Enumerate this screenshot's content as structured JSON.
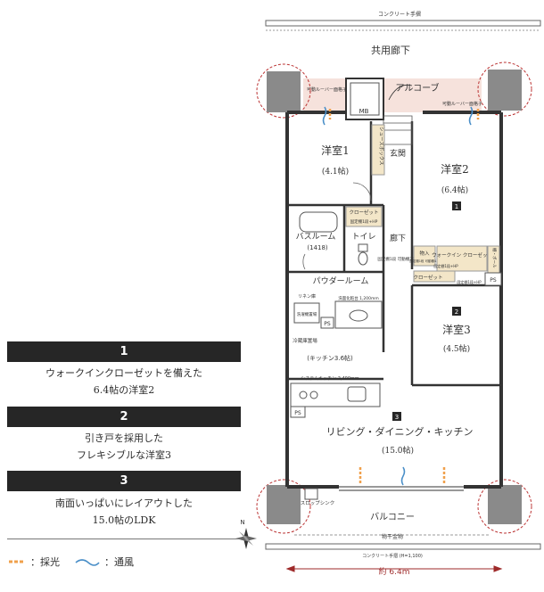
{
  "plan": {
    "top_rail_label": "コンクリート手摺",
    "corridor_label": "共用廊下",
    "alcove_label": "アルコーブ",
    "louver_left": "可動ルーバー面格子",
    "louver_right": "可動ルーバー面格子",
    "mb_label": "MB",
    "shoebox_label": "シューズボックス",
    "entrance_label": "玄関",
    "room1_name": "洋室1",
    "room1_size": "(4.1帖)",
    "room2_name": "洋室2",
    "room2_size": "(6.4帖)",
    "room3_name": "洋室3",
    "room3_size": "(4.5帖)",
    "closet_label": "クローゼット",
    "closet_shelf": "固定棚1段+HP",
    "bath_label": "バスルーム",
    "bath_size": "(1418)",
    "toilet_label": "トイレ",
    "hall_label": "廊下",
    "hall_shelf": "固定棚1段 可動棚3段",
    "storage_label": "物入",
    "storage_shelf": "固定棚1段 可動棚4段",
    "wic_label": "ウォークイン クローゼット",
    "wic_shelf": "固定棚1段+HP",
    "closet2_label": "クローゼット",
    "closet2_shelf": "固定棚1段+HP",
    "shelf_right": "棚・ポール",
    "ps": "PS",
    "powder_label": "パウダールーム",
    "linen_label": "リネン庫",
    "washer_label": "洗濯機置場",
    "vanity_label": "洗面化粧台 1,200mm",
    "fridge_label": "冷蔵庫置場",
    "kitchen_label": "(キッチン3.6帖)",
    "system_kitchen": "システムキッチン 2,400mm",
    "ldk_name": "リビング・ダイニング・キッチン",
    "ldk_size": "(15.0帖)",
    "slop_sink": "スロップシンク",
    "balcony_label": "バルコニー",
    "drying_label": "物干金物",
    "bottom_rail_label": "コンクリート手摺 (H=1,100)",
    "width_label": "約 6.4m",
    "compass_n": "N",
    "badge1": "1",
    "badge2": "2",
    "badge3": "3"
  },
  "features": [
    {
      "num": "1",
      "lines": [
        "ウォークインクローゼットを備えた",
        "6.4帖の洋室2"
      ]
    },
    {
      "num": "2",
      "lines": [
        "引き戸を採用した",
        "フレキシブルな洋室3"
      ]
    },
    {
      "num": "3",
      "lines": [
        "南面いっぱいにレイアウトした",
        "15.0帖のLDK"
      ]
    }
  ],
  "legend": {
    "light_label": "：採光",
    "wind_label": "：通風"
  },
  "colors": {
    "light": "#f0a04b",
    "wind": "#4a8fc8",
    "alcove_fill": "#f6e2dc",
    "closet_fill": "#f3e6c8",
    "dark": "#262626"
  }
}
